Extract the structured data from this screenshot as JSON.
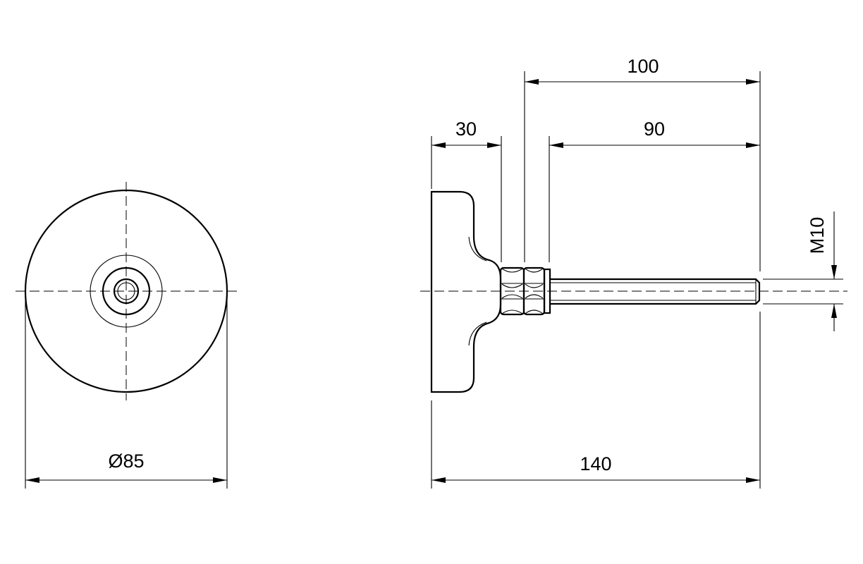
{
  "dimensions": {
    "diameter": "Ø85",
    "overall_length": "140",
    "base_thickness": "30",
    "thread_length_total": "100",
    "thread_length_free": "90",
    "thread_size": "M10"
  }
}
